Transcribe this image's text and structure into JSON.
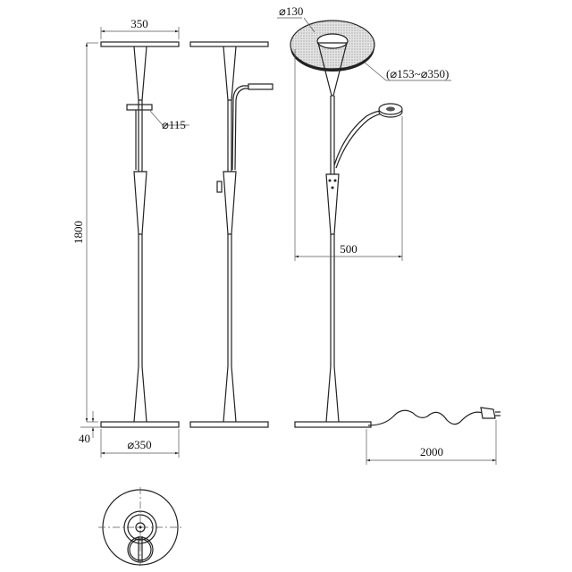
{
  "dimensions": {
    "shade_width": "350",
    "disc_diameter": "⌀115",
    "height": "1800",
    "base_height": "40",
    "base_diameter": "⌀350",
    "inner_diameter": "⌀130",
    "shade_range": "(⌀153~⌀350)",
    "reach": "500",
    "cable_length": "2000"
  },
  "colors": {
    "line": "#222222",
    "shade_texture": "#d8d8d8"
  }
}
